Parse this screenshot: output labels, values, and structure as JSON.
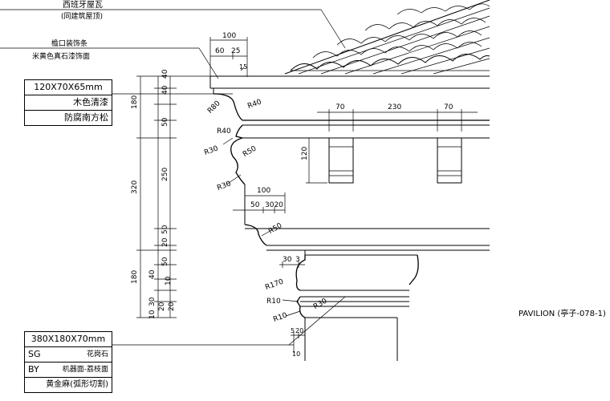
{
  "roof_note": {
    "line1": "西班牙屋瓦",
    "line2": "(同建筑屋顶)"
  },
  "eave_note": {
    "line1": "檐口装饰条",
    "line2": "米黄色真石漆饰面"
  },
  "beam_box": {
    "size": "120X70X65mm",
    "row2": "木色清漆",
    "row3": "防腐南方松"
  },
  "column_box": {
    "size": "380X180X70mm",
    "sg_code": "SG",
    "sg_text": "花岗石",
    "by_code": "BY",
    "by_text": "机器面-荔枝面",
    "row4": "黄金麻(弧形切割)"
  },
  "pavilion_label": "PAVILION (亭子-078-1)",
  "dims": {
    "top_100": "100",
    "top_60": "60",
    "top_25": "25",
    "top_15": "15",
    "r80": "R80",
    "r40a": "R40",
    "r40b": "R40",
    "r30a": "R30",
    "r50a": "R50",
    "r30b": "R30",
    "mid_100": "100",
    "mid_50": "50",
    "mid_3020": "3020",
    "r50b": "R50",
    "d30": "30",
    "d3": "3",
    "r170": "R170",
    "r10a": "R10",
    "r10b": "R10",
    "r30c": "R30",
    "d5": "5",
    "d20": "20",
    "d10": "10",
    "b70a": "70",
    "b230": "230",
    "b70b": "70",
    "b120": "120",
    "v40a": "40",
    "v40b": "40",
    "v50a": "50",
    "v250": "250",
    "v50b": "50",
    "v20": "20",
    "v50c": "50",
    "v30": "30",
    "v40c": "40",
    "v10a": "10",
    "v10b": "10",
    "v20b": "20",
    "v20c": "20",
    "v180a": "180",
    "v320": "320",
    "v180b": "180"
  }
}
